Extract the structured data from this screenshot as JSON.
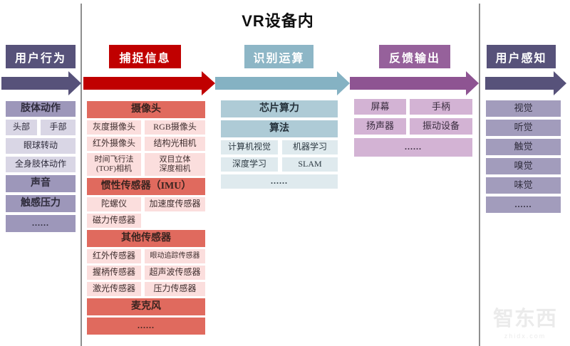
{
  "title": "VR设备内",
  "watermark": {
    "logo": "智东西",
    "site": "zhidx.com"
  },
  "colors": {
    "dark_purple": "#57527a",
    "red": "#c00000",
    "steel_blue": "#8db6c6",
    "purple": "#96619b",
    "medium_purple": "#9d97ba",
    "light_purple": "#d9d6e5",
    "salmon": "#e06a5e",
    "light_pink": "#fbdedd",
    "medium_blue": "#aecbd6",
    "light_blue": "#dfeaee",
    "mauve": "#d3b3d4"
  },
  "col1": {
    "header": "用户行为",
    "limb": "肢体动作",
    "head": "头部",
    "hand": "手部",
    "eye": "眼球转动",
    "full_body": "全身肢体动作",
    "voice": "声音",
    "touch": "触感压力",
    "more": "......"
  },
  "col2": {
    "header": "捕捉信息",
    "camera": "摄像头",
    "gray_cam": "灰度摄像头",
    "rgb_cam": "RGB摄像头",
    "ir_cam": "红外摄像头",
    "structured_cam": "结构光相机",
    "tof_line1": "时间飞行法",
    "tof_line2": "(TOF)相机",
    "stereo_line1": "双目立体",
    "stereo_line2": "深度相机",
    "imu": "惯性传感器（IMU）",
    "gyro": "陀螺仪",
    "accel": "加速度传感器",
    "magnet": "磁力传感器",
    "other": "其他传感器",
    "ir_sensor": "红外传感器",
    "eye_tracking": "眼动追踪传感器",
    "grip": "握柄传感器",
    "ultrasonic": "超声波传感器",
    "laser": "激光传感器",
    "pressure": "压力传感器",
    "mic": "麦克风",
    "more": "......"
  },
  "col3": {
    "header": "识别运算",
    "chip": "芯片算力",
    "algorithm": "算法",
    "cv": "计算机视觉",
    "ml": "机器学习",
    "dl": "深度学习",
    "slam": "SLAM",
    "more": "......"
  },
  "col4": {
    "header": "反馈输出",
    "screen": "屏幕",
    "controller": "手柄",
    "speaker": "扬声器",
    "vibration": "振动设备",
    "more": "......"
  },
  "col5": {
    "header": "用户感知",
    "vision": "视觉",
    "hearing": "听觉",
    "touch": "触觉",
    "smell": "嗅觉",
    "taste": "味觉",
    "more": "......"
  }
}
